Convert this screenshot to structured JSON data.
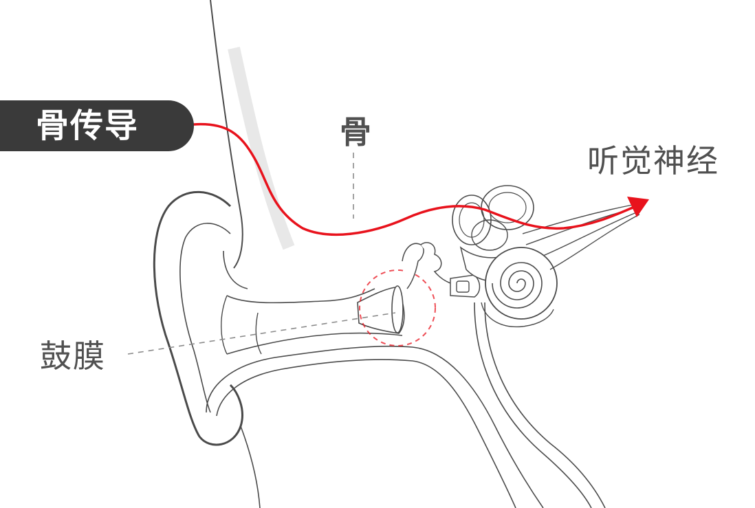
{
  "diagram": {
    "bone_conduction_label": "骨传导",
    "bone_label": "骨",
    "auditory_nerve_label": "听觉神经",
    "eardrum_label": "鼓膜"
  },
  "colors": {
    "pathway": "#e8121c",
    "pill_background": "#3a3a3a",
    "pill_text": "#ffffff",
    "line_art": "#4a4a4a",
    "label_text": "#505050",
    "eardrum_highlight": "#e8121c"
  },
  "icons": {
    "pathway_arrowhead": "arrowhead-icon"
  }
}
